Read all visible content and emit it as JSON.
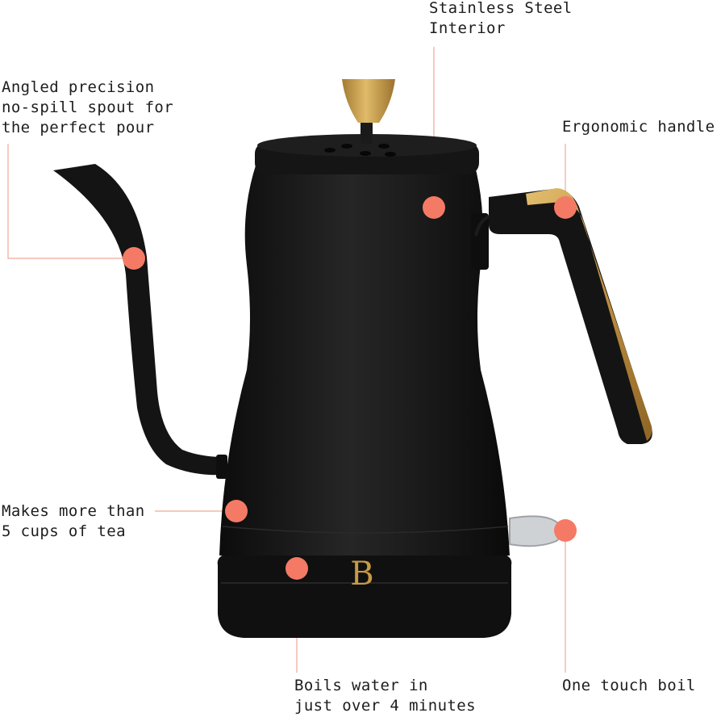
{
  "callouts": {
    "stainless": {
      "line1": "Stainless Steel",
      "line2": "Interior"
    },
    "spout": {
      "line1": "Angled precision",
      "line2": "no-spill spout for",
      "line3": "the perfect pour"
    },
    "handle": {
      "line1": "Ergonomic handle"
    },
    "cups": {
      "line1": "Makes more than",
      "line2": "5 cups of tea"
    },
    "boils": {
      "line1": "Boils water in",
      "line2": "just over 4 minutes"
    },
    "touch": {
      "line1": "One touch boil"
    }
  },
  "logo": {
    "letter": "B"
  },
  "colors": {
    "callout_dot": "#f47a66",
    "leader_line": "#f0a898",
    "kettle_body": "#141414",
    "gold_accent": "#c79a45"
  }
}
